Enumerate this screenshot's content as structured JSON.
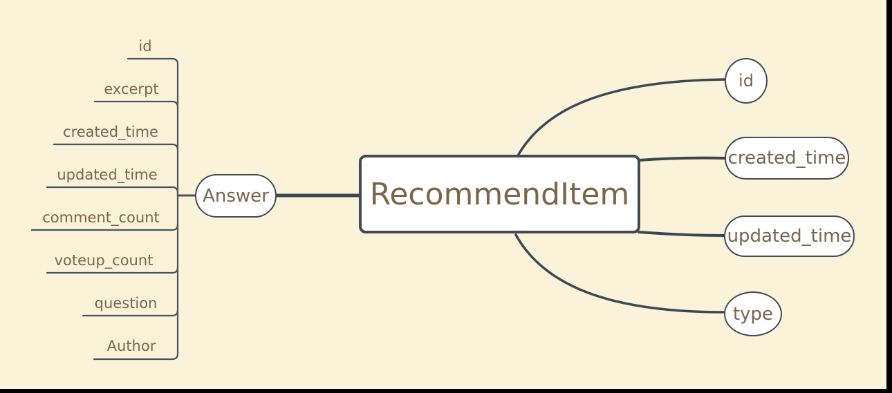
{
  "diagram": {
    "root": {
      "label": "RecommendItem"
    },
    "right_children": [
      {
        "label": "id",
        "shape": "circle"
      },
      {
        "label": "created_time",
        "shape": "pill"
      },
      {
        "label": "updated_time",
        "shape": "pill"
      },
      {
        "label": "type",
        "shape": "circle"
      }
    ],
    "left_child": {
      "label": "Answer",
      "fields": [
        {
          "label": "id"
        },
        {
          "label": "excerpt"
        },
        {
          "label": "created_time"
        },
        {
          "label": "updated_time"
        },
        {
          "label": "comment_count"
        },
        {
          "label": "voteup_count"
        },
        {
          "label": "question"
        },
        {
          "label": "Author"
        }
      ]
    },
    "colors": {
      "background": "#faf3da",
      "node_fill": "#ffffff",
      "line": "#3d4752",
      "branch_line": "#49525c",
      "text": "#7a6450",
      "root_text": "#7d6547",
      "edge_bar": "#000000"
    }
  }
}
